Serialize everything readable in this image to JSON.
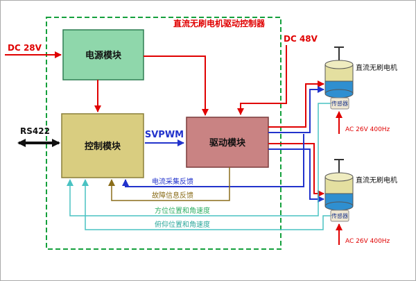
{
  "diagram": {
    "title": "直流无刷电机驱动控制器",
    "inputs": {
      "dc28v": "DC 28V",
      "dc48v": "DC 48V",
      "rs422": "RS422"
    },
    "blocks": {
      "power": "电源模块",
      "control": "控制模块",
      "drive": "驱动模块"
    },
    "signals": {
      "svpwm": "SVPWM",
      "current_feedback": "电流采集反馈",
      "fault_feedback": "故障信息反馈",
      "azimuth_feedback": "方位位置和角速度",
      "pitch_feedback": "俯仰位置和角速度"
    },
    "motor1": {
      "label": "直流无刷电机",
      "sensor": "传感器",
      "supply": "AC 26V 400Hz"
    },
    "motor2": {
      "label": "直流无刷电机",
      "sensor": "传感器",
      "supply": "AC 26V 400Hz"
    },
    "colors": {
      "red": "#e00000",
      "blue": "#2233cc",
      "cyan": "#49c2c2",
      "brown": "#8a6d1a",
      "boundary_green": "#14a03c",
      "power_fill": "#8fd7ab",
      "control_fill": "#d9cd80",
      "drive_fill": "#c98383",
      "motor_yellow": "#e4dfa0",
      "motor_blue": "#2f8fd0"
    }
  }
}
